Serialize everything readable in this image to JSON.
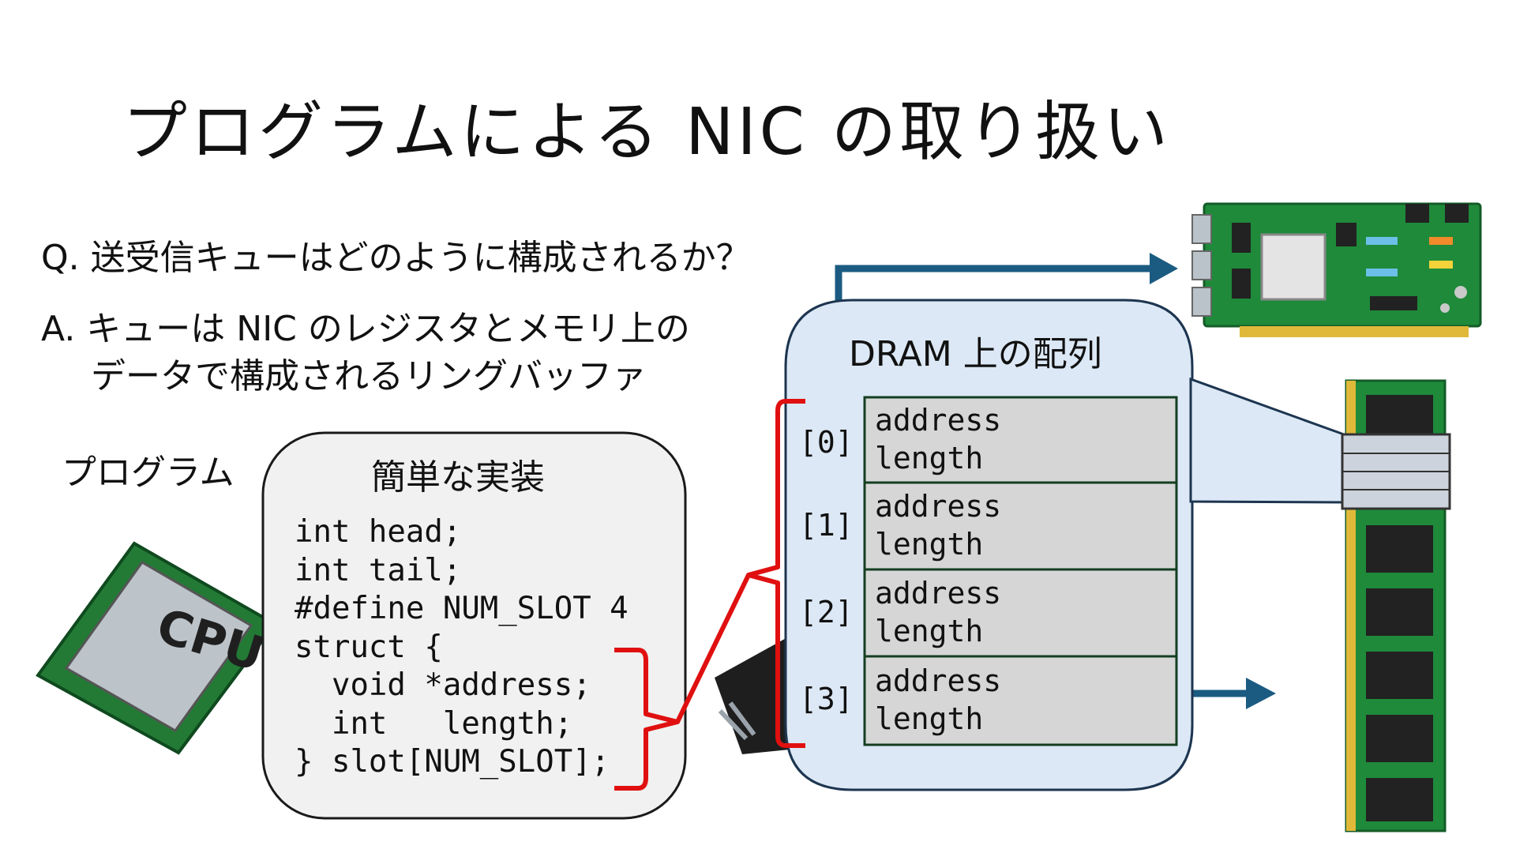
{
  "slide": {
    "title": "プログラムによる NIC の取り扱い",
    "question": "Q. 送受信キューはどのように構成されるか？",
    "answer_line1": "A. キューは NIC のレジスタとメモリ上の",
    "answer_line2": "データで構成されるリングバッファ"
  },
  "program": {
    "label": "プログラム",
    "chip_label": "CPU"
  },
  "implementation": {
    "title": "簡単な実装",
    "code_lines": [
      "int head;",
      "int tail;",
      "#define NUM_SLOT 4",
      "struct {",
      "  void *address;",
      "  int   length;",
      "} slot[NUM_SLOT];"
    ]
  },
  "dram": {
    "title": "DRAM 上の配列",
    "slots": [
      {
        "index": "[0]",
        "field1": "address",
        "field2": "length"
      },
      {
        "index": "[1]",
        "field1": "address",
        "field2": "length"
      },
      {
        "index": "[2]",
        "field1": "address",
        "field2": "length"
      },
      {
        "index": "[3]",
        "field1": "address",
        "field2": "length"
      }
    ]
  },
  "colors": {
    "arrow": "#1b5b82",
    "bracket": "#e01010",
    "dram_panel": "#dce8f5",
    "impl_panel": "#f1f1f1",
    "slot_fill": "#d6d6d6",
    "pcb_green": "#1e8a3a"
  },
  "icons": [
    "cpu-chip-icon",
    "nic-card-icon",
    "memory-module-icon",
    "controller-chip-icon"
  ]
}
